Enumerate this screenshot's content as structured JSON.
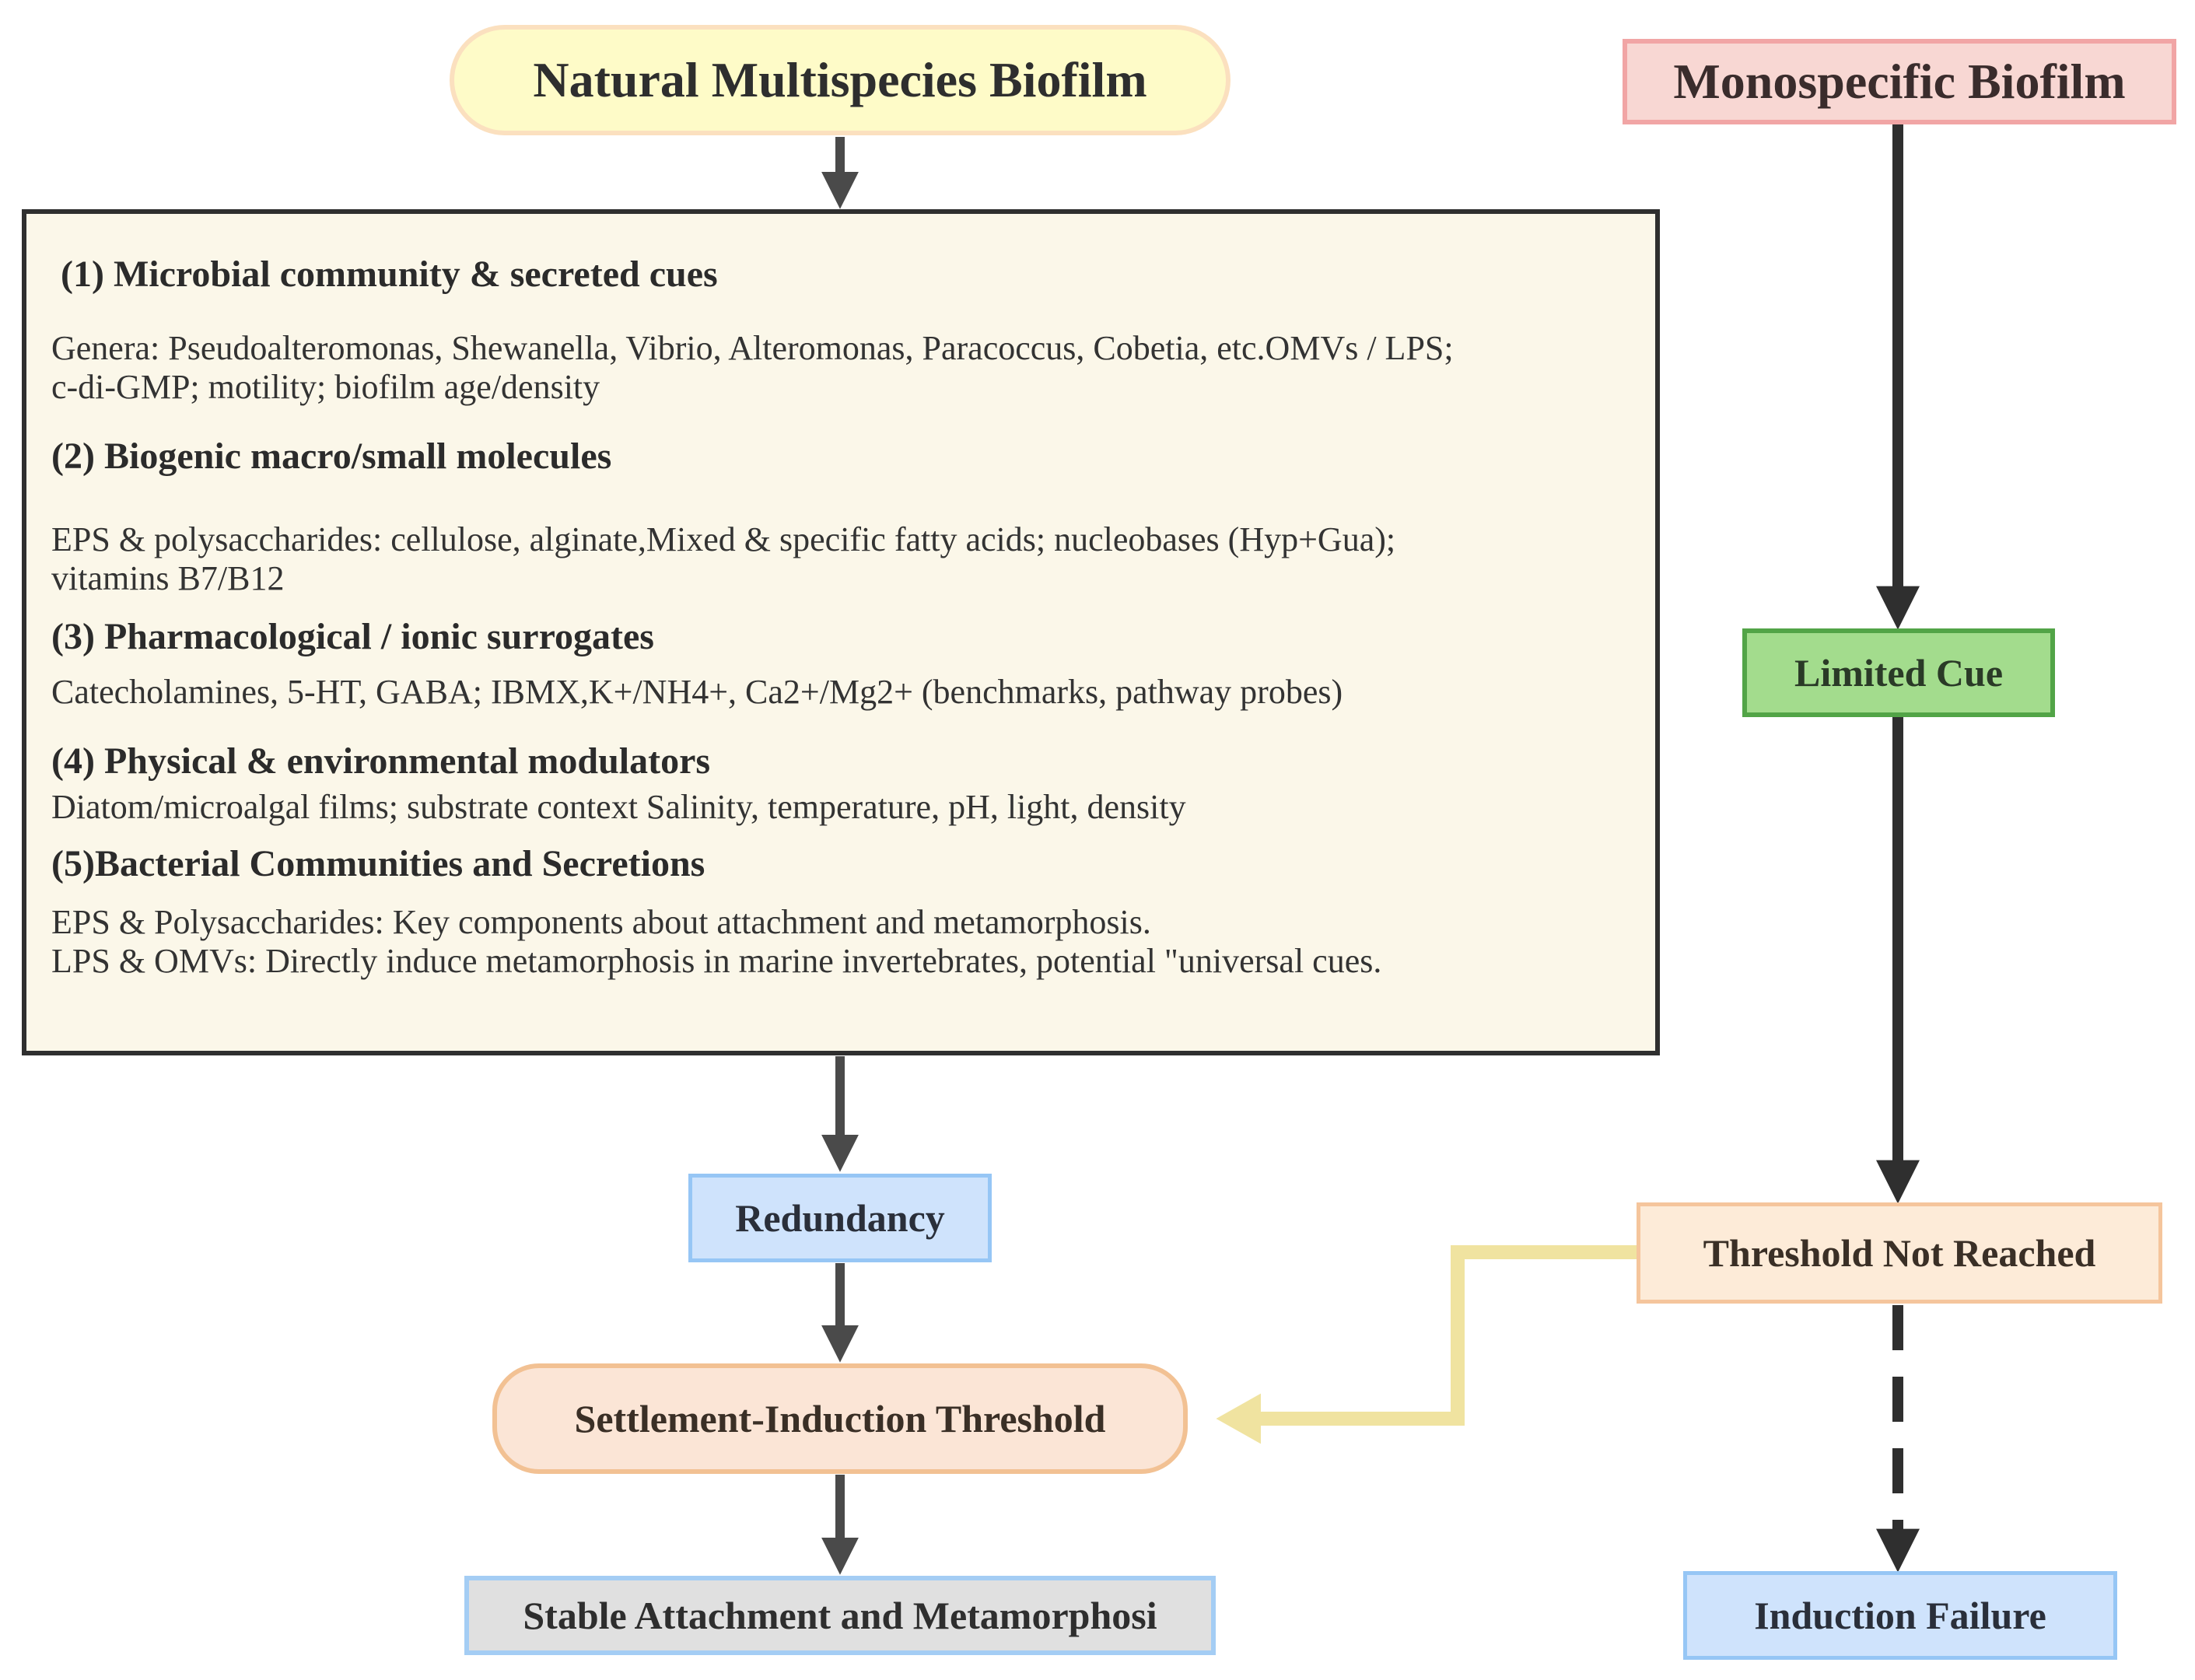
{
  "nodes": {
    "natural": "Natural Multispecies Biofilm",
    "mono": "Monospecific Biofilm",
    "limited_cue": "Limited Cue",
    "redundancy": "Redundancy",
    "threshold_not_reached": "Threshold Not Reached",
    "settlement_threshold": "Settlement-Induction Threshold",
    "stable": "Stable Attachment and Metamorphosi",
    "failure": "Induction Failure"
  },
  "panel": {
    "sections": [
      {
        "heading": "(1) Microbial community & secreted cues",
        "lines": [
          "Genera: Pseudoalteromonas, Shewanella, Vibrio, Alteromonas, Paracoccus, Cobetia, etc.OMVs / LPS;",
          "c-di-GMP; motility; biofilm age/density"
        ]
      },
      {
        "heading": "(2) Biogenic macro/small molecules",
        "lines": [
          "EPS & polysaccharides: cellulose, alginate,Mixed & specific fatty acids; nucleobases (Hyp+Gua);",
          "vitamins B7/B12"
        ]
      },
      {
        "heading": "(3) Pharmacological / ionic surrogates",
        "lines": [
          "Catecholamines, 5-HT, GABA; IBMX,K+/NH4+, Ca2+/Mg2+ (benchmarks, pathway probes)"
        ]
      },
      {
        "heading": "(4) Physical & environmental modulators",
        "lines": [
          "Diatom/microalgal films; substrate context Salinity, temperature, pH, light, density"
        ]
      },
      {
        "heading": "(5)Bacterial Communities and Secretions",
        "lines": [
          "EPS & Polysaccharides: Key components about attachment and metamorphosis.",
          "LPS & OMVs: Directly induce metamorphosis in marine invertebrates, potential \"universal cues."
        ]
      }
    ]
  },
  "colors": {
    "arrow": "#4a4a4a",
    "arrow_dark": "#333333",
    "feedback_arrow": "#f0e3a0"
  }
}
